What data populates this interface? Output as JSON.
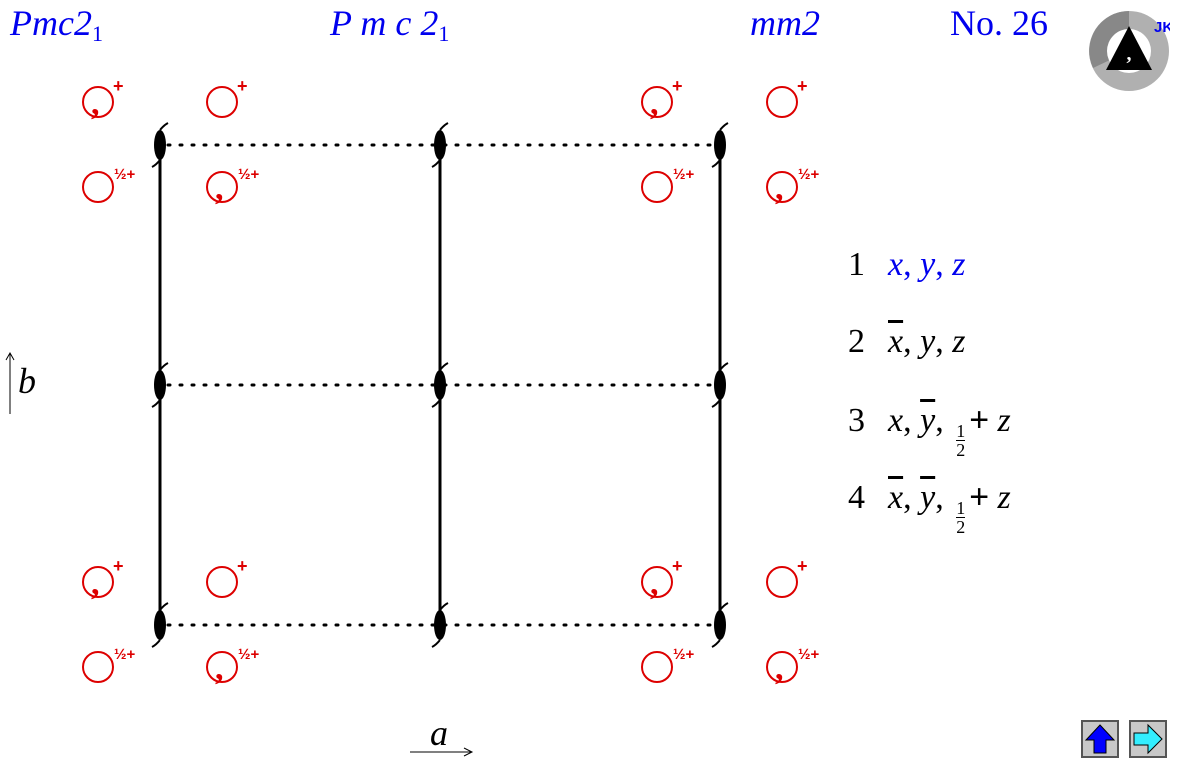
{
  "header": {
    "hm_short": "Pmc2",
    "hm_short_sub": "1",
    "hm_full": "P m c 2",
    "hm_full_sub": "1",
    "point_group": "mm2",
    "number": "No. 26"
  },
  "logo": {
    "text": "JKC"
  },
  "axes": {
    "a": "a",
    "b": "b"
  },
  "symbol_labels": {
    "plus": "+",
    "half_plus": "½+"
  },
  "positions": [
    {
      "num": "1",
      "x": "x",
      "y": "y",
      "z": "z",
      "x_bar": false,
      "y_bar": false,
      "z_half": false,
      "highlight": true
    },
    {
      "num": "2",
      "x": "x",
      "y": "y",
      "z": "z",
      "x_bar": true,
      "y_bar": false,
      "z_half": false,
      "highlight": false
    },
    {
      "num": "3",
      "x": "x",
      "y": "y",
      "z": "z",
      "x_bar": false,
      "y_bar": true,
      "z_half": true,
      "highlight": false
    },
    {
      "num": "4",
      "x": "x",
      "y": "y",
      "z": "z",
      "x_bar": true,
      "y_bar": true,
      "z_half": true,
      "highlight": false
    }
  ],
  "fraction": {
    "num": "1",
    "den": "2",
    "plus": "+"
  },
  "colors": {
    "title": "#0000ee",
    "symbol": "#dd0000",
    "highlight": "#0000ee",
    "nav_up": "#0000ff",
    "nav_right": "#33eeff"
  },
  "nav": {
    "up": "up-arrow-icon",
    "next": "right-arrow-icon"
  }
}
